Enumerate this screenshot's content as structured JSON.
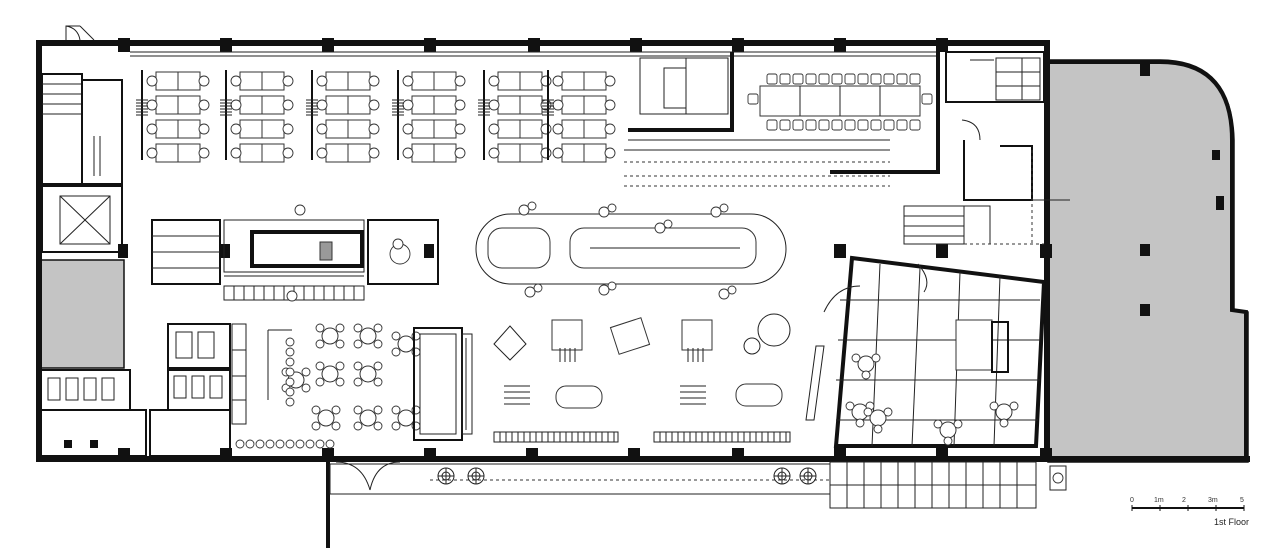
{
  "scale_bar": {
    "ticks": [
      "0",
      "1m",
      "2",
      "3m",
      "5"
    ]
  },
  "floor_label": "1st Floor",
  "colors": {
    "wall": "#111111",
    "shaded_area": "#c4c4c4",
    "background": "#ffffff"
  }
}
